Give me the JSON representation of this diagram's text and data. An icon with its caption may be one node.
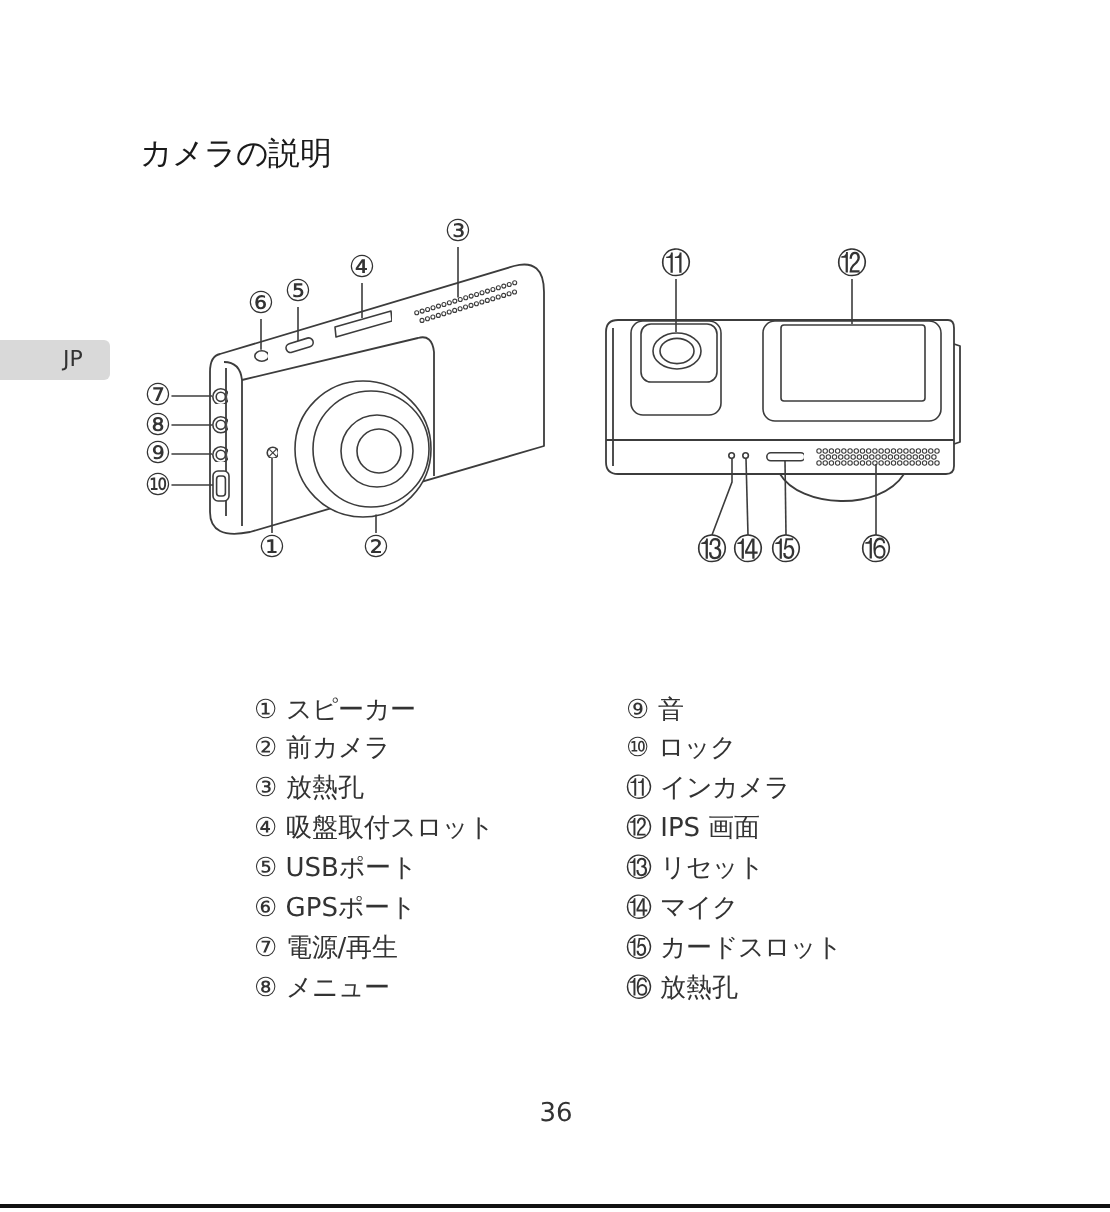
{
  "diagram": {
    "title": "カメラの説明",
    "nodes": [
      {
        "text": [
          "JP"
        ]
      },
      {
        "text": [
          "①"
        ]
      },
      {
        "text": [
          "②"
        ]
      },
      {
        "text": [
          "③"
        ]
      },
      {
        "text": [
          "④"
        ]
      },
      {
        "text": [
          "⑤"
        ]
      },
      {
        "text": [
          "⑥"
        ]
      },
      {
        "text": [
          "⑦"
        ]
      },
      {
        "text": [
          "⑧"
        ]
      },
      {
        "text": [
          "⑨"
        ]
      },
      {
        "text": [
          "⑩"
        ]
      },
      {
        "text": [
          "⑪"
        ]
      },
      {
        "text": [
          "⑫"
        ]
      },
      {
        "text": [
          "⑬"
        ]
      },
      {
        "text": [
          "⑭"
        ]
      },
      {
        "text": [
          "⑮"
        ]
      },
      {
        "text": [
          "⑯"
        ]
      },
      {
        "text": [],
        "shape": "circle"
      },
      {
        "text": [],
        "shape": "circle"
      },
      {
        "text": [],
        "shape": "bar"
      },
      {
        "text": [],
        "shape": "bar"
      },
      {
        "text": [],
        "shape": "bar"
      },
      {
        "text": [],
        "shape": "circle"
      },
      {
        "text": [],
        "shape": "circle"
      },
      {
        "text": [],
        "shape": "circle"
      },
      {
        "text": [],
        "shape": "circle"
      },
      {
        "text": [],
        "shape": "box"
      },
      {
        "text": [],
        "shape": "box"
      },
      {
        "text": [],
        "shape": "box"
      },
      {
        "text": [],
        "shape": "circle"
      },
      {
        "text": [],
        "shape": "circle"
      },
      {
        "text": [],
        "shape": "bar"
      },
      {
        "text": [],
        "shape": "bar"
      }
    ],
    "edges": [
      {
        "from": 1,
        "to": 17,
        "arrow": "none"
      },
      {
        "from": 2,
        "to": 18,
        "arrow": "none"
      },
      {
        "from": 3,
        "to": 19,
        "arrow": "none"
      },
      {
        "from": 4,
        "to": 20,
        "arrow": "none"
      },
      {
        "from": 5,
        "to": 21,
        "arrow": "none"
      },
      {
        "from": 6,
        "to": 22,
        "arrow": "none"
      },
      {
        "from": 7,
        "to": 23,
        "arrow": "none"
      },
      {
        "from": 8,
        "to": 24,
        "arrow": "none"
      },
      {
        "from": 9,
        "to": 25,
        "arrow": "none"
      },
      {
        "from": 10,
        "to": 26,
        "arrow": "none"
      },
      {
        "from": 11,
        "to": 27,
        "arrow": "none"
      },
      {
        "from": 12,
        "to": 28,
        "arrow": "none"
      },
      {
        "from": 13,
        "to": 29,
        "arrow": "none"
      },
      {
        "from": 14,
        "to": 30,
        "arrow": "none"
      },
      {
        "from": 15,
        "to": 31,
        "arrow": "none"
      },
      {
        "from": 16,
        "to": 32,
        "arrow": "none"
      }
    ],
    "labels": [
      "① スピーカー",
      "② 前カメラ",
      "③ 放熱孔",
      "④ 吸盤取付スロット",
      "⑤ USBポート",
      "⑥ GPSポート",
      "⑦ 電源/再生",
      "⑧ メニュー",
      "⑨ 音",
      "⑩ ロック",
      "⑪ インカメラ",
      "⑫ IPS 画面",
      "⑬ リセット",
      "⑭ マイク",
      "⑮ カードスロット",
      "⑯ 放熱孔",
      "36"
    ]
  }
}
